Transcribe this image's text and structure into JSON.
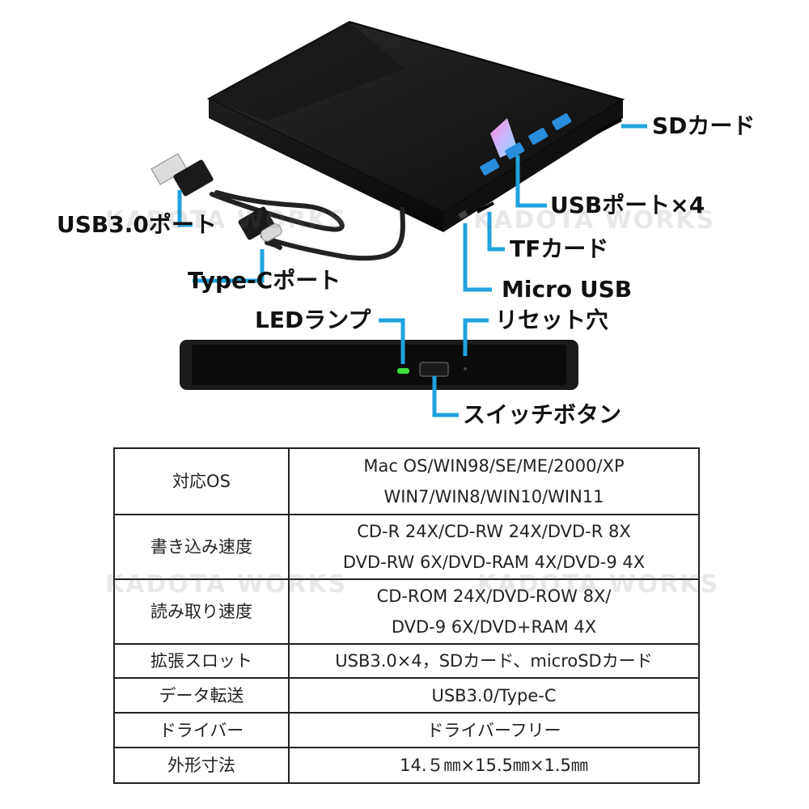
{
  "watermark": "KADOTA WORKS",
  "callouts": {
    "sd_card": "SDカード",
    "usb_ports": "USBポート×4",
    "usb30_port": "USB3.0ポート",
    "tf_card": "TFカード",
    "type_c_port": "Type-Cポート",
    "micro_usb": "Micro USB",
    "led_lamp": "LEDランプ",
    "reset_hole": "リセット穴",
    "switch_button": "スイッチボタン"
  },
  "colors": {
    "accent": "#1fa3de",
    "led": "#3ddc3d",
    "device_body": "#141414"
  },
  "spec_table": {
    "rows": [
      {
        "label": "対応OS",
        "values": [
          "Mac OS/WIN98/SE/ME/2000/XP",
          "WIN7/WIN8/WIN10/WIN11"
        ]
      },
      {
        "label": "書き込み速度",
        "values": [
          "CD-R 24X/CD-RW 24X/DVD-R 8X",
          "DVD-RW 6X/DVD-RAM 4X/DVD-9 4X"
        ]
      },
      {
        "label": "読み取り速度",
        "values": [
          "CD-ROM 24X/DVD-ROW 8X/",
          "DVD-9 6X/DVD+RAM 4X"
        ]
      },
      {
        "label": "拡張スロット",
        "values": [
          "USB3.0×4，SDカード、microSDカード"
        ]
      },
      {
        "label": "データ転送",
        "values": [
          "USB3.0/Type-C"
        ]
      },
      {
        "label": "ドライバー",
        "values": [
          "ドライバーフリー"
        ]
      },
      {
        "label": "外形寸法",
        "values": [
          "14.５㎜×15.5㎜×1.5㎜"
        ]
      }
    ]
  }
}
